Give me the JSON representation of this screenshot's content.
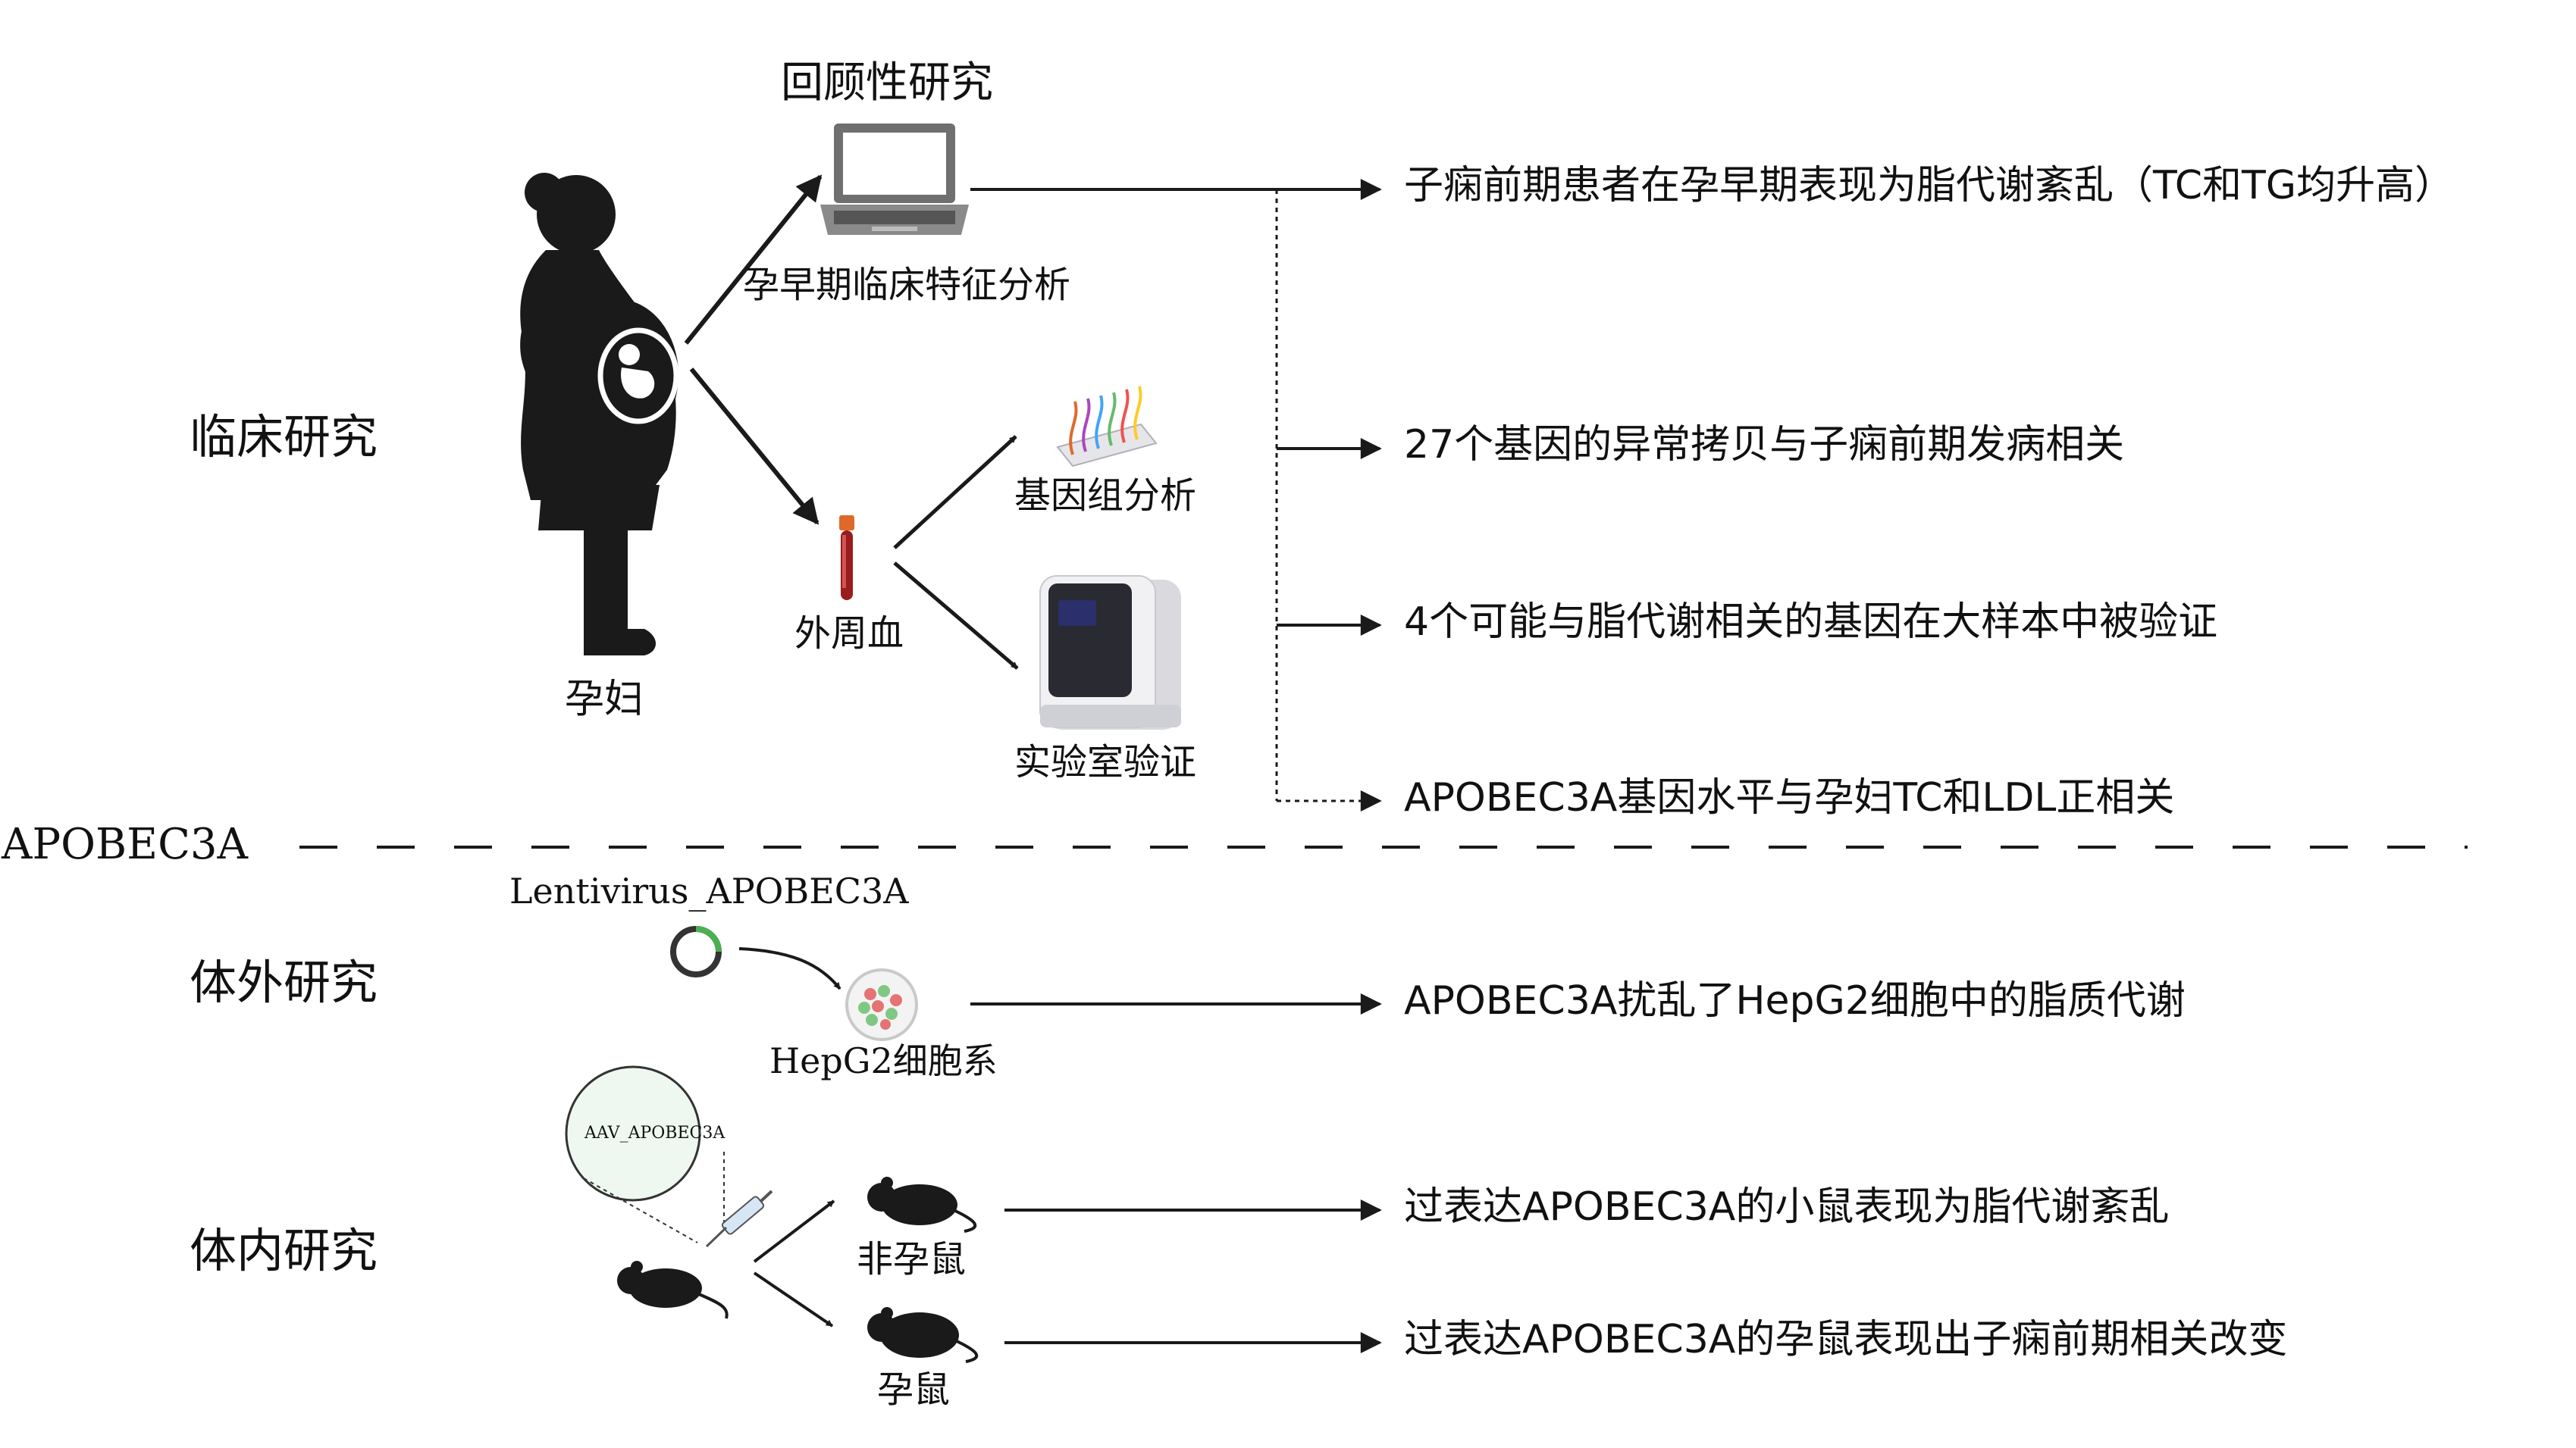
{
  "colors": {
    "ink": "#111111",
    "line": "#1a1a1a",
    "blood": "#9a1c1c",
    "cap": "#e0692a",
    "screen": "#2b2f6b",
    "green": "#4caf50",
    "dish_red": "#e57373",
    "dish_green": "#81c784",
    "aav_fill": "#eef8f1"
  },
  "sections": {
    "clinical": "临床研究",
    "in_vitro": "体外研究",
    "in_vivo": "体内研究"
  },
  "divider_label": "APOBEC3A",
  "clinical": {
    "subject_label": "孕妇",
    "retrospective_title": "回顾性研究",
    "retrospective_sub": "孕早期临床特征分析",
    "blood_label": "外周血",
    "genome_label": "基因组分析",
    "lab_label": "实验室验证",
    "findings": [
      "子痫前期患者在孕早期表现为脂代谢紊乱（TC和TG均升高）",
      "27个基因的异常拷贝与子痫前期发病相关",
      "4个可能与脂代谢相关的基因在大样本中被验证",
      "APOBEC3A基因水平与孕妇TC和LDL正相关"
    ]
  },
  "in_vitro": {
    "vector_label": "Lentivirus_APOBEC3A",
    "cell_label": "HepG2细胞系",
    "finding": "APOBEC3A扰乱了HepG2细胞中的脂质代谢"
  },
  "in_vivo": {
    "aav_label": "AAV_APOBEC3A",
    "nonpregnant_label": "非孕鼠",
    "pregnant_label": "孕鼠",
    "findings": [
      "过表达APOBEC3A的小鼠表现为脂代谢紊乱",
      "过表达APOBEC3A的孕鼠表现出子痫前期相关改变"
    ]
  }
}
